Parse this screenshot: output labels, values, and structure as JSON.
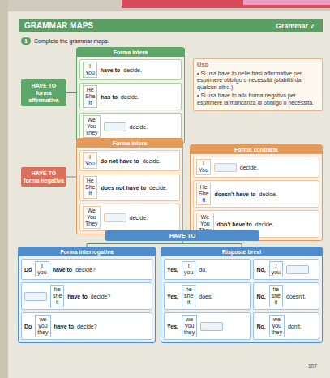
{
  "diagram": {
    "title": "GRAMMAR MAPS",
    "nodes": [
      {
        "text": [
          "HAVE TO",
          "forma affermativa"
        ]
      },
      {
        "text": [
          "Forma intera"
        ]
      },
      {
        "text": [
          "I You",
          "have to",
          "decide."
        ],
        "in": 1
      },
      {
        "text": [
          "He She It",
          "has to",
          "decide."
        ],
        "in": 1
      },
      {
        "text": [
          "We You They",
          "decide."
        ],
        "in": 1
      },
      {
        "text": [
          "Uso",
          "• Si usa have to nelle frasi affermative per esprimere obbligo o necessità (stabiliti da qualcun altro.)",
          "• Si usa have to alla forma negativa per esprimere la mancanza di obbligo o necessità."
        ]
      },
      {
        "text": [
          "HAVE TO",
          "forma negativa"
        ]
      },
      {
        "text": [
          "Forma intera"
        ]
      },
      {
        "text": [
          "I You",
          "do not have to",
          "decide."
        ],
        "in": 7
      },
      {
        "text": [
          "He She It",
          "does not have to",
          "decide."
        ],
        "in": 7
      },
      {
        "text": [
          "We You They",
          "decide."
        ],
        "in": 7
      },
      {
        "text": [
          "Forma contratta"
        ]
      },
      {
        "text": [
          "I You",
          "decide."
        ],
        "in": 11
      },
      {
        "text": [
          "He She It",
          "doesn't have to",
          "decide."
        ],
        "in": 11
      },
      {
        "text": [
          "We You They",
          "don't have to",
          "decide."
        ],
        "in": 11
      },
      {
        "text": [
          "HAVE TO"
        ]
      },
      {
        "text": [
          "Forma interrogativa"
        ]
      },
      {
        "text": [
          "Do",
          "I you",
          "have to",
          "decide?"
        ],
        "in": 16
      },
      {
        "text": [
          "he she it",
          "have to",
          "decide?"
        ],
        "in": 16
      },
      {
        "text": [
          "Do",
          "we you they",
          "have to",
          "decide?"
        ],
        "in": 16
      },
      {
        "text": [
          "Risposte brevi"
        ]
      },
      {
        "text": [
          "Yes,",
          "I you",
          "do."
        ],
        "in": 20
      },
      {
        "text": [
          "No,",
          "I you"
        ],
        "in": 20
      },
      {
        "text": [
          "Yes,",
          "he she it",
          "does."
        ],
        "in": 20
      },
      {
        "text": [
          "No,",
          "he she it",
          "doesn't."
        ],
        "in": 20
      },
      {
        "text": [
          "Yes,",
          "we you they"
        ],
        "in": 20
      },
      {
        "text": [
          "No,",
          "we you they",
          "don't."
        ],
        "in": 20
      }
    ],
    "edges": [
      {
        "from": 0,
        "to": 1,
        "arrow": "none"
      },
      {
        "from": 6,
        "to": 7,
        "arrow": "none"
      },
      {
        "from": 15,
        "to": 16,
        "arrow": "none"
      },
      {
        "from": 15,
        "to": 20,
        "arrow": "none"
      }
    ],
    "labels": [
      "Grammar 7",
      "1",
      "Complete the grammar maps.",
      "107"
    ]
  }
}
